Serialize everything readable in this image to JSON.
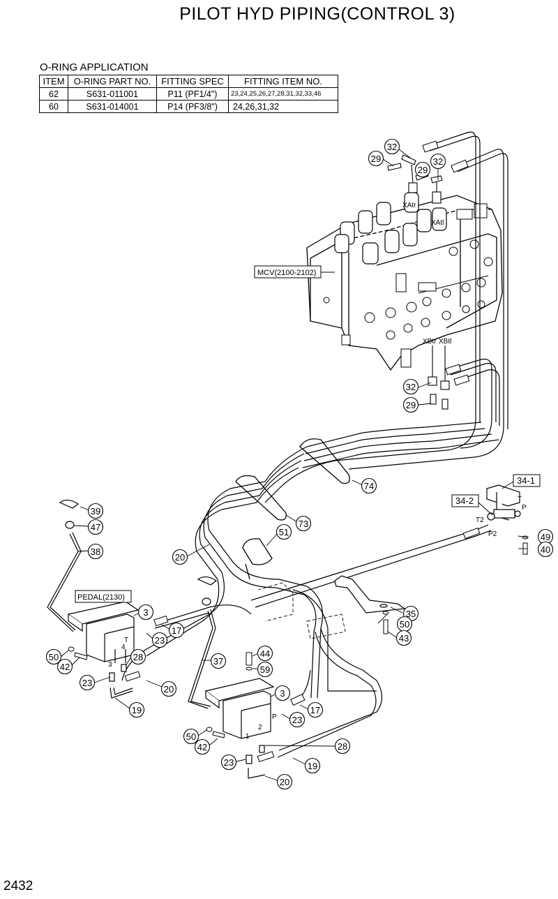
{
  "title": "PILOT HYD PIPING(CONTROL 3)",
  "page_number": "2432",
  "oring_table": {
    "caption": "O-RING APPLICATION",
    "headers": [
      "ITEM",
      "O-RING PART NO.",
      "FITTING SPEC",
      "FITTING ITEM NO."
    ],
    "rows": [
      [
        "62",
        "S631-011001",
        "P11 (PF1/4\")",
        "23,24,25,26,27,28,31,32,33,46"
      ],
      [
        "60",
        "S631-014001",
        "P14 (PF3/8\")",
        "24,26,31,32"
      ]
    ]
  },
  "assembly_labels": {
    "mcv": "MCV(2100-2102)",
    "pedal": "PEDAL(2130)"
  },
  "port_labels": {
    "xatr": "XAtr",
    "xatl": "XAtl",
    "xbtr": "XBtr",
    "xbtl": "XBtl",
    "t2": "T2",
    "p2": "P2",
    "t_block": "T",
    "p_block": "P",
    "pedal1_t": "T",
    "pedal1_3": "3",
    "pedal1_4": "4",
    "pedal2_p": "P",
    "pedal2_1": "1",
    "pedal2_2": "2"
  },
  "callouts": {
    "c32a": "32",
    "c29a": "29",
    "c29b": "29",
    "c32b": "32",
    "c32c": "32",
    "c29c": "29",
    "c74": "74",
    "c73": "73",
    "c51": "51",
    "c20a": "20",
    "c39": "39",
    "c47": "47",
    "c38": "38",
    "c3a": "3",
    "c17a": "17",
    "c23a": "23",
    "c28a": "28",
    "c50a": "50",
    "c42a": "42",
    "c23b": "23",
    "c20b": "20",
    "c19a": "19",
    "c37": "37",
    "c44": "44",
    "c59": "59",
    "c3b": "3",
    "c17b": "17",
    "c23c": "23",
    "c50b": "50",
    "c42b": "42",
    "c28b": "28",
    "c23d": "23",
    "c19b": "19",
    "c20c": "20",
    "c35": "35",
    "c50c": "50",
    "c43": "43",
    "c49": "49",
    "c40": "40"
  },
  "boxed_callouts": {
    "b341": "34-1",
    "b342": "34-2"
  }
}
